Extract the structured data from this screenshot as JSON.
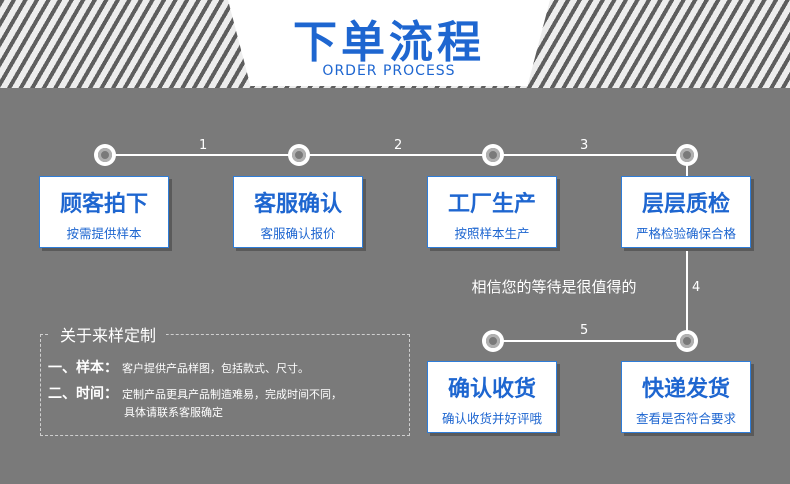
{
  "header": {
    "title": "下单流程",
    "subtitle": "ORDER PROCESS"
  },
  "steps": [
    {
      "number": "1"
    },
    {
      "number": "2"
    },
    {
      "number": "3"
    },
    {
      "number": "4"
    },
    {
      "number": "5"
    }
  ],
  "cards": [
    {
      "title": "顾客拍下",
      "sub": "按需提供样本"
    },
    {
      "title": "客服确认",
      "sub": "客服确认报价"
    },
    {
      "title": "工厂生产",
      "sub": "按照样本生产"
    },
    {
      "title": "层层质检",
      "sub": "严格检验确保合格"
    },
    {
      "title": "快递发货",
      "sub": "查看是否符合要求"
    },
    {
      "title": "确认收货",
      "sub": "确认收货并好评哦"
    }
  ],
  "trust_text": "相信您的等待是很值得的",
  "sample_info": {
    "title": "关于来样定制",
    "items": [
      {
        "key": "一、样本：",
        "text": "客户提供产品样图，包括款式、尺寸。"
      },
      {
        "key": "二、时间：",
        "text": "定制产品更具产品制造难易，完成时间不同，",
        "text2": "具体请联系客服确定"
      }
    ]
  },
  "colors": {
    "accent": "#1e66d0",
    "background": "#7a7a7a",
    "card_border": "#2f7dd8"
  }
}
